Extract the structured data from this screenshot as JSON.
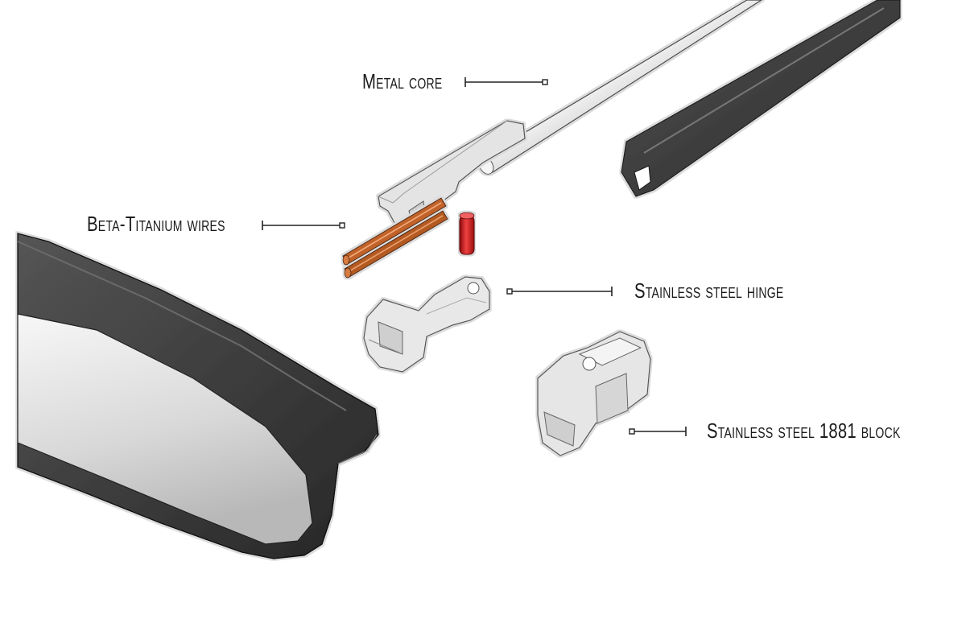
{
  "labels": {
    "metal_core": "Metal core",
    "beta_titanium_wires": "Beta-Titanium wires",
    "stainless_steel_hinge": "Stainless steel hinge",
    "stainless_steel_block": "Stainless steel 1881 block"
  },
  "colors": {
    "frame_dark": "#3a3a3a",
    "steel": "#e6e6e6",
    "copper": "#c0622a",
    "pin_red": "#d42020",
    "leader_line": "#222222"
  }
}
